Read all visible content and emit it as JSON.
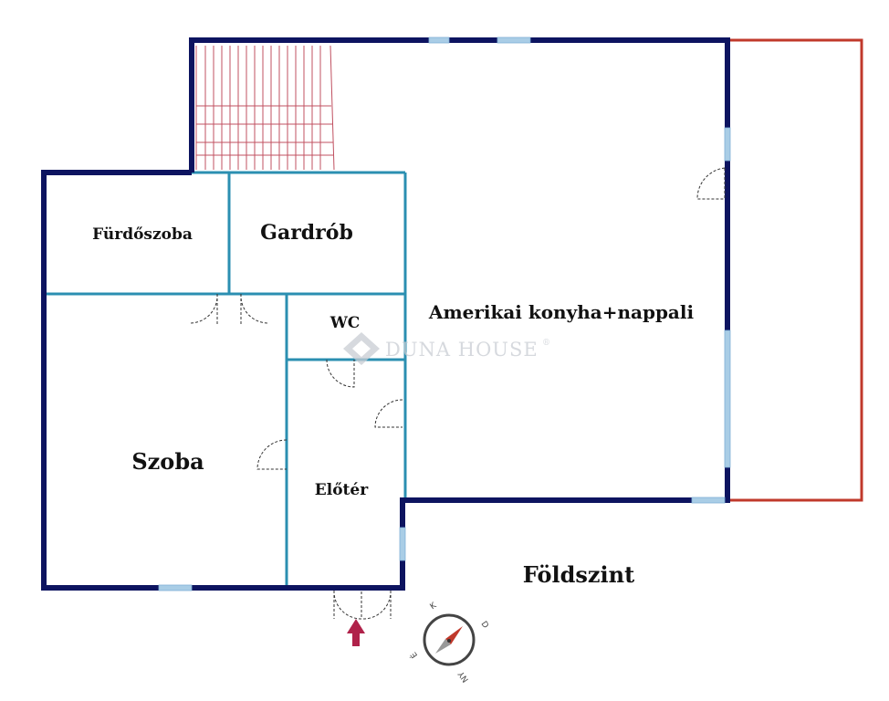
{
  "rooms": {
    "bathroom": "Fürdőszoba",
    "wardrobe": "Gardrób",
    "living": "Amerikai konyha+nappali",
    "wc": "WC",
    "room": "Szoba",
    "hall": "Előtér"
  },
  "floor_label": "Földszint",
  "watermark": {
    "brand": "DUNA HOUSE",
    "registered": "®"
  },
  "compass": {
    "letters": [
      "K",
      "D",
      "NY",
      "É"
    ]
  },
  "colors": {
    "outer_wall": "#0d1460",
    "inner_wall": "#2b8fb1",
    "terrace": "#c0392b",
    "window": "#a9cde6",
    "stairs": "#c05060",
    "entry_arrow": "#b0224a"
  }
}
